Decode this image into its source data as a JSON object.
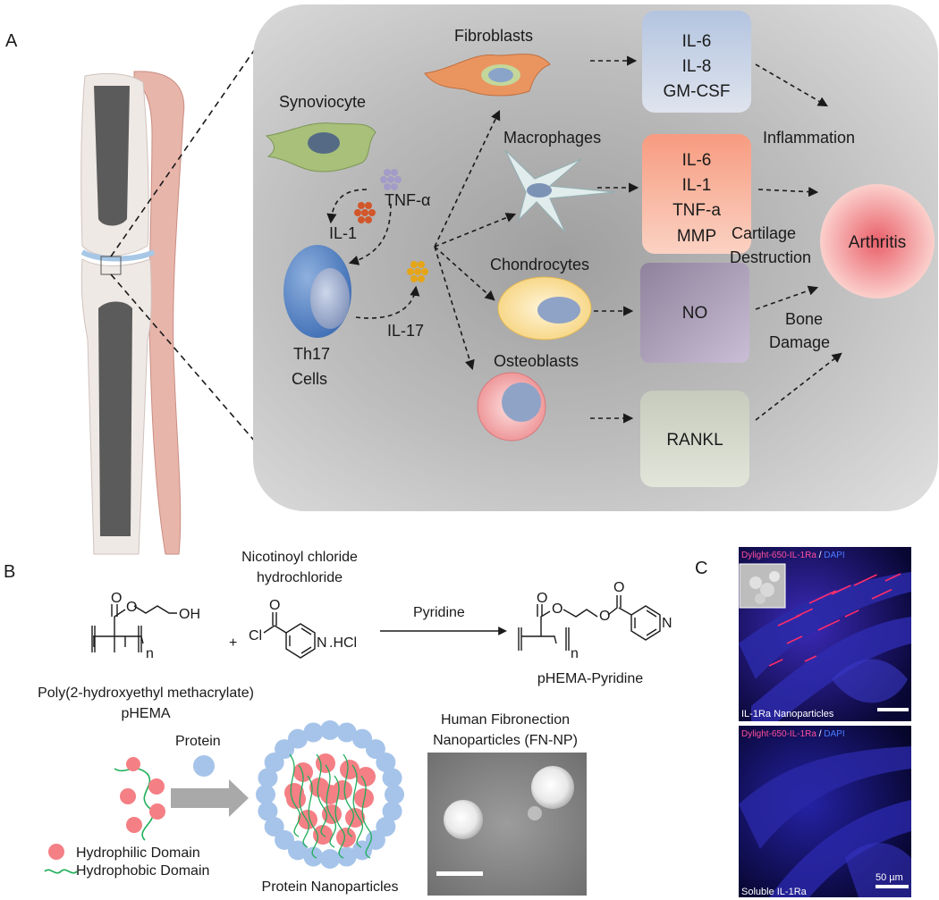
{
  "panel_labels": {
    "a": "A",
    "b": "B",
    "c": "C"
  },
  "panel_a": {
    "cells": {
      "fibroblasts": "Fibroblasts",
      "synoviocyte": "Synoviocyte",
      "macrophages": "Macrophages",
      "chondrocytes": "Chondrocytes",
      "osteoblasts": "Osteoblasts",
      "th17_line1": "Th17",
      "th17_line2": "Cells"
    },
    "cytokines": {
      "tnf": "TNF-α",
      "il1": "IL-1",
      "il17": "IL-17"
    },
    "boxes": {
      "fibro": [
        "IL-6",
        "IL-8",
        "GM-CSF"
      ],
      "macro": [
        "IL-6",
        "IL-1",
        "TNF-a",
        "MMP"
      ],
      "chondro": [
        "NO"
      ],
      "osteo": [
        "RANKL"
      ]
    },
    "outcomes": {
      "inflammation": "Inflammation",
      "cartilage_line1": "Cartilage",
      "cartilage_line2": "Destruction",
      "bone_line1": "Bone",
      "bone_line2": "Damage",
      "arthritis": "Arthritis"
    },
    "colors": {
      "background": "#cfcfcf",
      "arthritis": "#f08a8a",
      "fibro_box": "#c9d4e6",
      "macro_box": "#f7b29b",
      "chondro_box": "#a99cb6",
      "osteo_box": "#d2d8c8"
    }
  },
  "panel_b": {
    "reagent_line1": "Nicotinoyl chloride",
    "reagent_line2": "hydrochloride",
    "condition": "Pyridine",
    "plus": "+",
    "start_name_line1": "Poly(2-hydroxyethyl methacrylate)",
    "start_name_line2": "pHEMA",
    "product_name": "pHEMA-Pyridine",
    "atoms": {
      "o": "O",
      "oh": "OH",
      "cl": "Cl",
      "n": "N",
      "hcl": ".HCl",
      "sub_n": "n"
    },
    "protein": "Protein",
    "legend_hydrophilic": "Hydrophilic Domain",
    "legend_hydrophobic": "Hydrophobic Domain",
    "nanoparticles": "Protein Nanoparticles",
    "sem_title_line1": "Human Fibronection",
    "sem_title_line2": "Nanoparticles (FN-NP)"
  },
  "panel_c": {
    "stain_dye": "Dylight-650-IL-1Ra",
    "stain_sep": " / ",
    "stain_dapi": "DAPI",
    "top_caption": "IL-1Ra Nanoparticles",
    "bottom_caption": "Soluble IL-1Ra",
    "scale": "50 µm"
  }
}
